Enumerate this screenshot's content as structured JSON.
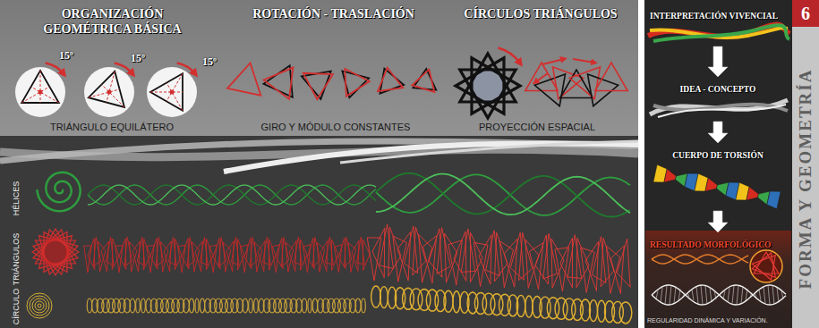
{
  "diagram": {
    "nodes": [
      {
        "text": [
          "INTERPRETACIÓN VIVENCIAL"
        ]
      },
      {
        "text": [
          "IDEA - CONCEPTO"
        ]
      },
      {
        "text": [
          "CUERPO DE TORSIÓN"
        ]
      },
      {
        "text": [
          "RESULTADO MORFOLÓGICO"
        ]
      }
    ],
    "edges": [
      {
        "from": 0,
        "to": 1,
        "arrow": "to"
      },
      {
        "from": 1,
        "to": 2,
        "arrow": "to"
      },
      {
        "from": 2,
        "to": 3,
        "arrow": "to"
      }
    ],
    "labels": [
      "ORGANIZACIÓN GEOMÉTRICA BÁSICA",
      "ROTACIÓN - TRASLACIÓN",
      "CÍRCULOS TRIÁNGULOS",
      "15º",
      "15º",
      "15º",
      "TRIÁNGULO EQUILÁTERO",
      "GIRO Y MÓDULO CONSTANTES",
      "PROYECCIÓN ESPACIAL",
      "HÉLICES",
      "TRIÁNGULOS",
      "CÍRCULO",
      "6",
      "FORMA Y GEOMETRÍA",
      "REGULARIDAD DINÁMICA Y VARIACIÓN."
    ]
  }
}
